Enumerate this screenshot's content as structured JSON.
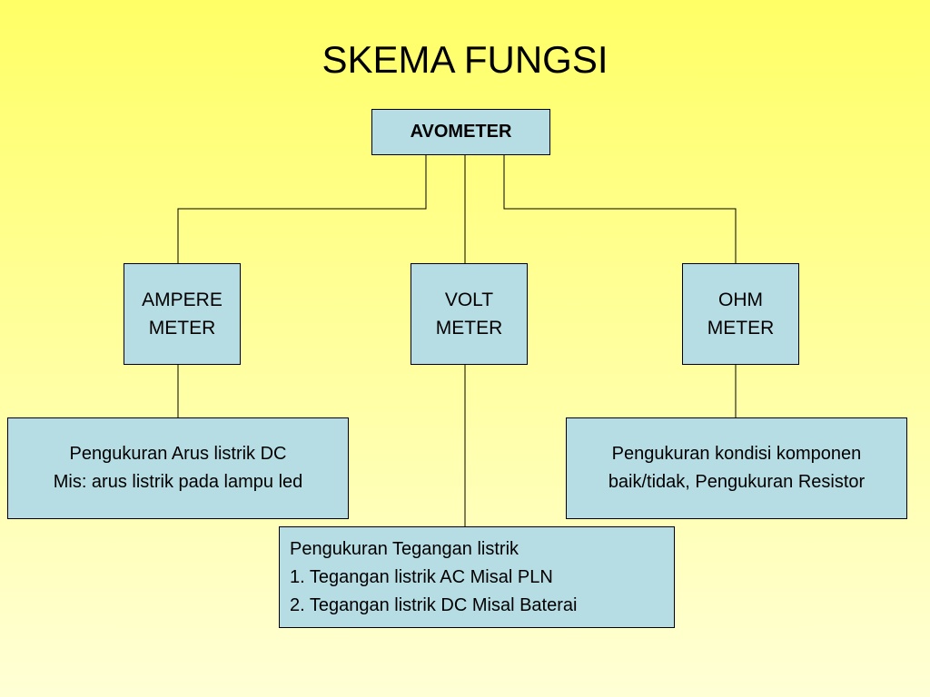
{
  "title": "SKEMA FUNGSI",
  "boxes": {
    "avometer": {
      "lines": [
        "AVOMETER"
      ]
    },
    "ampere": {
      "lines": [
        "AMPERE",
        "METER"
      ]
    },
    "volt": {
      "lines": [
        "VOLT",
        "METER"
      ]
    },
    "ohm": {
      "lines": [
        "OHM",
        "METER"
      ]
    },
    "arus": {
      "lines": [
        "Pengukuran Arus listrik DC",
        "Mis: arus listrik pada lampu led"
      ]
    },
    "kondisi": {
      "lines": [
        "Pengukuran kondisi  komponen",
        "baik/tidak, Pengukuran Resistor"
      ]
    },
    "tegangan": {
      "lines": [
        "Pengukuran Tegangan listrik",
        "1. Tegangan listrik AC  Misal PLN",
        "2. Tegangan listrik DC  Misal Baterai"
      ]
    }
  },
  "colors": {
    "box_fill": "#B6DDE4",
    "background_top": "#FFFF66",
    "background_bottom": "#FFFFD6"
  }
}
